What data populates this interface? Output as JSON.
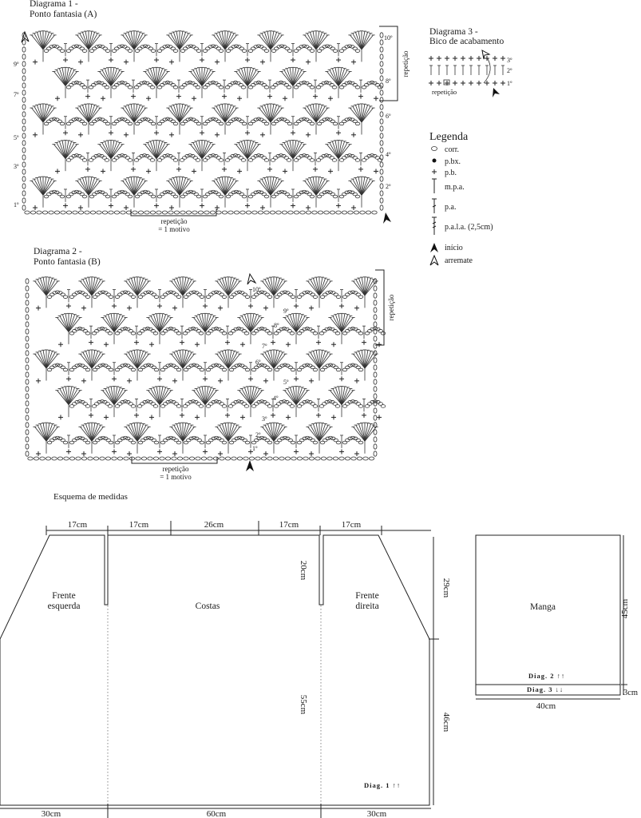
{
  "diagram1": {
    "title_line1": "Diagrama 1 -",
    "title_line2": "Ponto fantasia (A)",
    "repeat_side": "repetição",
    "repeat_bottom_1": "repetição",
    "repeat_bottom_2": "= 1 motivo",
    "rows_left": [
      "1º",
      "3º",
      "5º",
      "7º",
      "9º"
    ],
    "rows_right": [
      "2º",
      "4º",
      "6º",
      "8º",
      "10º"
    ]
  },
  "diagram2": {
    "title_line1": "Diagrama 2 -",
    "title_line2": "Ponto fantasia (B)",
    "repeat_side": "repetição",
    "repeat_bottom_1": "repetição",
    "repeat_bottom_2": "= 1 motivo",
    "rows": [
      "1º",
      "2º",
      "3º",
      "4º",
      "5º",
      "6º",
      "7º",
      "8º",
      "9º",
      "10º"
    ]
  },
  "diagram3": {
    "title_line1": "Diagrama 3 -",
    "title_line2": "Bico de acabamento",
    "repeat": "repetição",
    "rows": [
      "3º",
      "2º",
      "1º"
    ]
  },
  "legend": {
    "title": "Legenda",
    "items": [
      {
        "symbol": "chain-oval-icon",
        "label": "corr."
      },
      {
        "symbol": "dot-icon",
        "label": "p.bx."
      },
      {
        "symbol": "plus-icon",
        "label": "p.b."
      },
      {
        "symbol": "half-double-crochet-icon",
        "label": "m.p.a."
      },
      {
        "symbol": "double-crochet-icon",
        "label": "p.a."
      },
      {
        "symbol": "treble-crochet-icon",
        "label": "p.a.l.a. (2,5cm)"
      },
      {
        "symbol": "filled-arrow-icon",
        "label": "início"
      },
      {
        "symbol": "outline-arrow-icon",
        "label": "arremate"
      }
    ]
  },
  "schema": {
    "title": "Esquema de medidas",
    "top_widths": [
      "17cm",
      "17cm",
      "26cm",
      "17cm",
      "17cm"
    ],
    "pieces": {
      "front_left_1": "Frente",
      "front_left_2": "esquerda",
      "back": "Costas",
      "front_right_1": "Frente",
      "front_right_2": "direita",
      "sleeve": "Manga"
    },
    "vertical": {
      "slit": "20cm",
      "back_height": "55cm",
      "upper": "29cm",
      "lower": "46cm",
      "sleeve_h": "45cm",
      "sleeve_band": "3cm"
    },
    "bottom_widths": [
      "30cm",
      "60cm",
      "30cm"
    ],
    "sleeve_width": "40cm",
    "diag_body": "Diag. 1 ↑↑",
    "diag_sleeve_top": "Diag. 2 ↑↑",
    "diag_sleeve_band": "Diag. 3 ↓↓"
  }
}
